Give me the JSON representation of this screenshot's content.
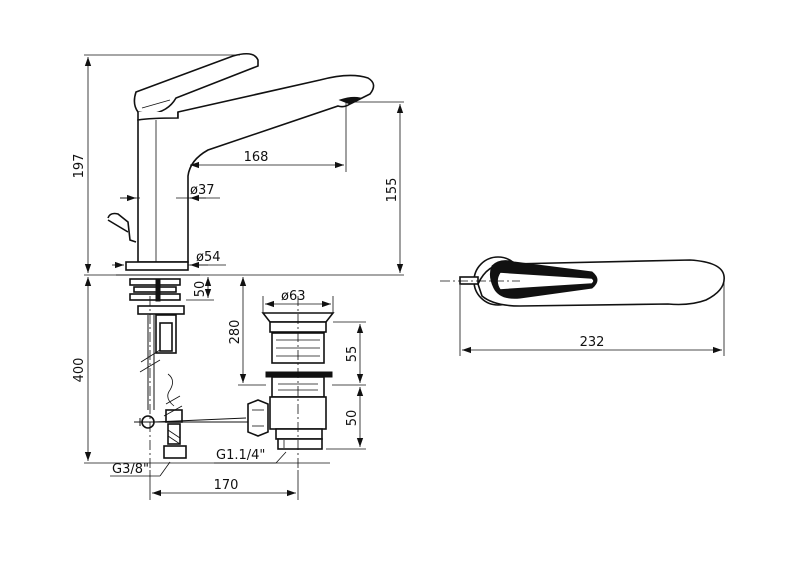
{
  "dimensions": {
    "height_total": "197",
    "spout_reach": "168",
    "body_diameter": "ø37",
    "spout_height": "155",
    "base_diameter": "ø54",
    "mount_thickness": "50",
    "tail_length": "400",
    "drain_to_deck": "280",
    "waste_diameter": "ø63",
    "waste_upper": "55",
    "waste_lower": "50",
    "inlet_thread": "G3/8\"",
    "waste_thread": "G1.1/4\"",
    "pipe_offset": "170",
    "top_view_length": "232"
  }
}
